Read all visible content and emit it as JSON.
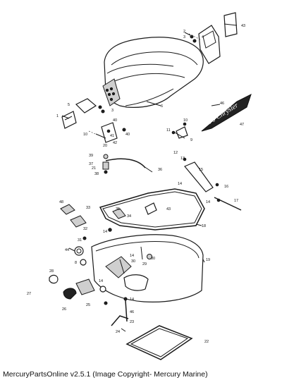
{
  "caption": "MercuryPartsOnline v2.5.1 (Image Copyright- Mercury Marine)",
  "decal_text": "70 Chrysler",
  "callouts": {
    "c1": "1",
    "c2": "2",
    "c3": "3",
    "c4": "4",
    "c5": "5",
    "c6": "6",
    "c8": "8",
    "c9": "9",
    "c10": "10",
    "c11": "11",
    "c12": "12",
    "c13": "13",
    "c14a": "14",
    "c14b": "14",
    "c14c": "14",
    "c14d": "14",
    "c14e": "14",
    "c15": "15",
    "c16": "16",
    "c17": "17",
    "c18": "18",
    "c19": "19",
    "c20": "20",
    "c21": "21",
    "c22": "22",
    "c23": "23",
    "c24": "24",
    "c25": "25",
    "c26": "26",
    "c27": "27",
    "c28": "28",
    "c29": "29",
    "c30": "30",
    "c31": "31",
    "c32": "32",
    "c33": "33",
    "c34": "34",
    "c35": "35",
    "c36": "36",
    "c37": "37",
    "c38": "38",
    "c39": "39",
    "c40": "40",
    "c41": "41",
    "c42": "42",
    "c43a": "43",
    "c43b": "43",
    "c44": "44",
    "c46": "46",
    "c47": "47",
    "c48": "48"
  }
}
